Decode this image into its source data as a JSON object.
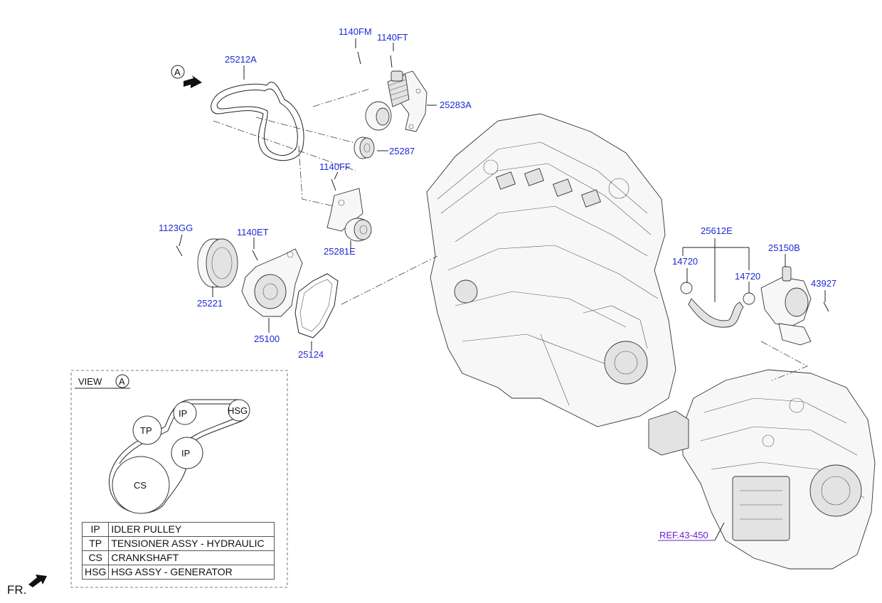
{
  "parts": [
    {
      "id": "p-1140fm",
      "label": "1140FM"
    },
    {
      "id": "p-1140ft",
      "label": "1140FT"
    },
    {
      "id": "p-25212a",
      "label": "25212A"
    },
    {
      "id": "p-25283a",
      "label": "25283A"
    },
    {
      "id": "p-25287",
      "label": "25287"
    },
    {
      "id": "p-1140ff",
      "label": "1140FF"
    },
    {
      "id": "p-25281e",
      "label": "25281E"
    },
    {
      "id": "p-1123gg",
      "label": "1123GG"
    },
    {
      "id": "p-1140et",
      "label": "1140ET"
    },
    {
      "id": "p-25221",
      "label": "25221"
    },
    {
      "id": "p-25100",
      "label": "25100"
    },
    {
      "id": "p-25124",
      "label": "25124"
    },
    {
      "id": "p-25612e",
      "label": "25612E"
    },
    {
      "id": "p-14720a",
      "label": "14720"
    },
    {
      "id": "p-14720b",
      "label": "14720"
    },
    {
      "id": "p-25150b",
      "label": "25150B"
    },
    {
      "id": "p-43927",
      "label": "43927"
    }
  ],
  "view_marker": "A",
  "view_box": {
    "title": "VIEW",
    "marker": "A",
    "pulleys": {
      "tp": "TP",
      "ip_top": "IP",
      "hsg": "HSG",
      "ip_mid": "IP",
      "cs": "CS"
    }
  },
  "legend": [
    {
      "code": "IP",
      "desc": "IDLER PULLEY"
    },
    {
      "code": "TP",
      "desc": "TENSIONER ASSY - HYDRAULIC"
    },
    {
      "code": "CS",
      "desc": "CRANKSHAFT"
    },
    {
      "code": "HSG",
      "desc": "HSG ASSY - GENERATOR"
    }
  ],
  "ref_link": "REF.43-450",
  "front_label": "FR.",
  "colors": {
    "part_label": "#1d2ad6",
    "ref_link": "#6a1fc9",
    "line": "#222222"
  }
}
